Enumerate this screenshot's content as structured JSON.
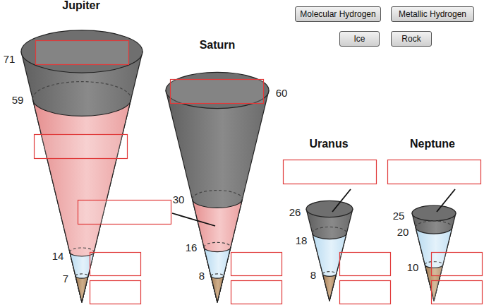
{
  "diagram": {
    "nodes": [
      {
        "text": [
          "Molecular Hydrogen"
        ]
      },
      {
        "text": [
          "Metallic Hydrogen"
        ]
      },
      {
        "text": [
          "Ice"
        ]
      },
      {
        "text": [
          "Rock"
        ]
      }
    ],
    "labels": [
      "Jupiter",
      "Saturn",
      "Uranus",
      "Neptune",
      "71",
      "59",
      "14",
      "7",
      "60",
      "30",
      "16",
      "8",
      "26",
      "18",
      "8",
      "25",
      "20",
      "10"
    ]
  }
}
